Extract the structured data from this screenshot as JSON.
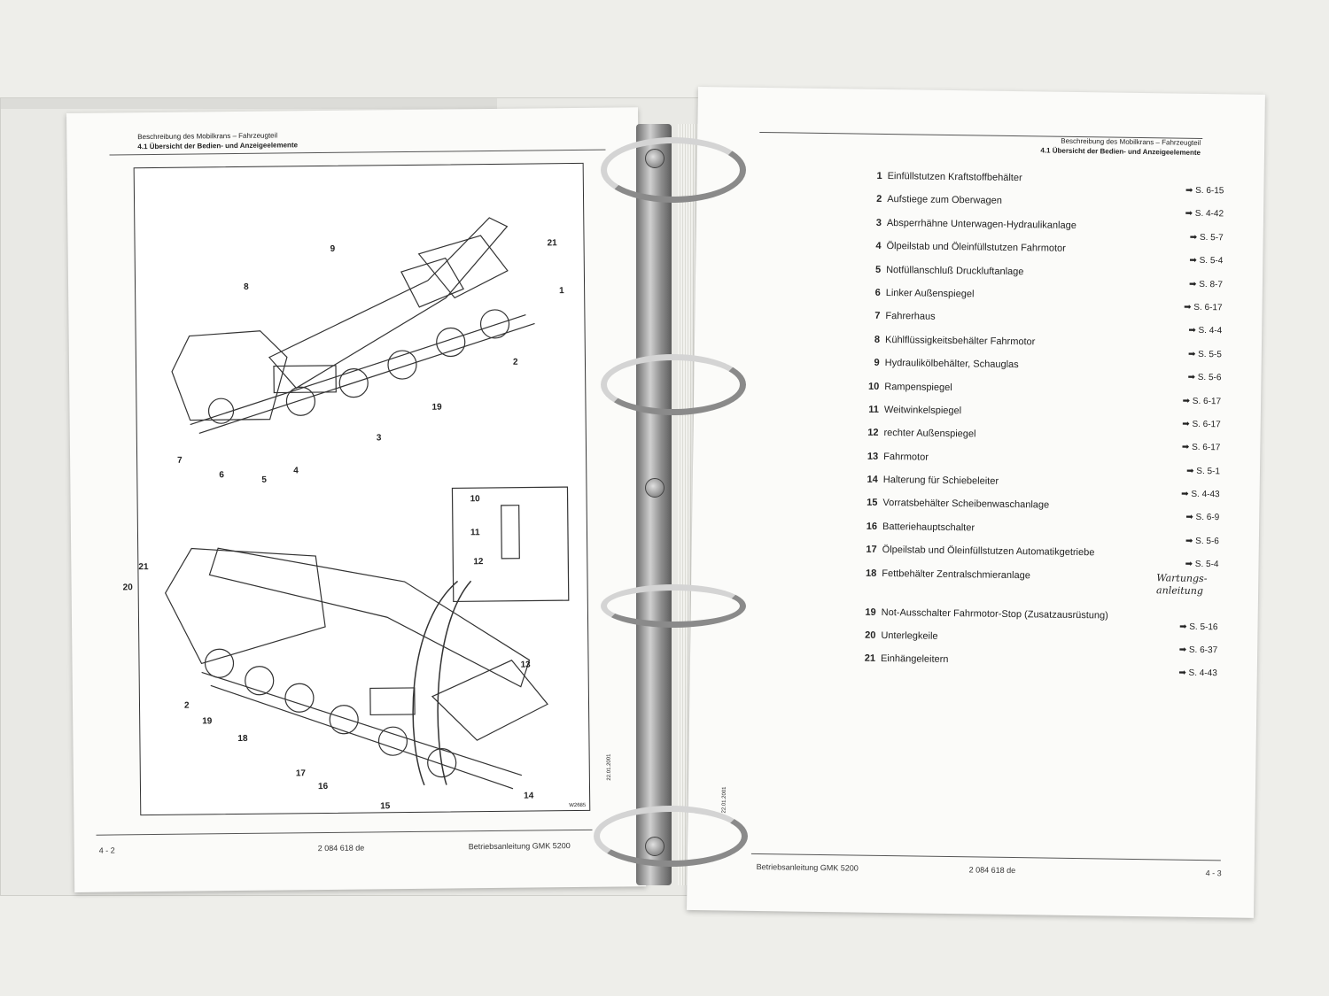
{
  "left_page": {
    "header_line1": "Beschreibung des Mobilkrans – Fahrzeugteil",
    "header_line2": "4.1 Übersicht der Bedien- und Anzeigeelemente",
    "callouts_top": [
      "9",
      "8",
      "21",
      "1",
      "2",
      "19",
      "3",
      "7",
      "6",
      "5",
      "4"
    ],
    "callouts_bottom": [
      "10",
      "11",
      "12",
      "21",
      "20",
      "2",
      "19",
      "18",
      "13",
      "17",
      "16",
      "15",
      "14"
    ],
    "figure_code": "W2685",
    "side_date": "22.01.2001",
    "footer_page": "4 - 2",
    "footer_doc": "2 084 618 de",
    "footer_title": "Betriebsanleitung GMK 5200"
  },
  "right_page": {
    "header_line1": "Beschreibung des Mobilkrans – Fahrzeugteil",
    "header_line2": "4.1 Übersicht der Bedien- und Anzeigeelemente",
    "side_date": "22.01.2001",
    "items": [
      {
        "num": "1",
        "text": "Einfüllstutzen Kraftstoffbehälter",
        "ref": "➡ S. 6-15"
      },
      {
        "num": "2",
        "text": "Aufstiege zum Oberwagen",
        "ref": "➡ S. 4-42"
      },
      {
        "num": "3",
        "text": "Absperrhähne Unterwagen-Hydraulikanlage",
        "ref": "➡ S. 5-7"
      },
      {
        "num": "4",
        "text": "Ölpeilstab und Öleinfüllstutzen Fahrmotor",
        "ref": "➡ S. 5-4"
      },
      {
        "num": "5",
        "text": "Notfüllanschluß Druckluftanlage",
        "ref": "➡ S. 8-7"
      },
      {
        "num": "6",
        "text": "Linker Außenspiegel",
        "ref": "➡ S. 6-17"
      },
      {
        "num": "7",
        "text": "Fahrerhaus",
        "ref": "➡ S. 4-4"
      },
      {
        "num": "8",
        "text": "Kühlflüssigkeitsbehälter Fahrmotor",
        "ref": "➡ S. 5-5"
      },
      {
        "num": "9",
        "text": "Hydraulikölbehälter, Schauglas",
        "ref": "➡ S. 5-6"
      },
      {
        "num": "10",
        "text": "Rampenspiegel",
        "ref": "➡ S. 6-17"
      },
      {
        "num": "11",
        "text": "Weitwinkelspiegel",
        "ref": "➡ S. 6-17"
      },
      {
        "num": "12",
        "text": "rechter Außenspiegel",
        "ref": "➡ S. 6-17"
      },
      {
        "num": "13",
        "text": "Fahrmotor",
        "ref": "➡ S. 5-1"
      },
      {
        "num": "14",
        "text": "Halterung für Schiebeleiter",
        "ref": "➡ S. 4-43"
      },
      {
        "num": "15",
        "text": "Vorratsbehälter Scheibenwaschanlage",
        "ref": "➡ S. 6-9"
      },
      {
        "num": "16",
        "text": "Batteriehauptschalter",
        "ref": "➡ S. 5-6"
      },
      {
        "num": "17",
        "text": "Ölpeilstab und Öleinfüllstutzen Automatikgetriebe",
        "ref": "➡ S. 5-4"
      },
      {
        "num": "18",
        "text": "Fettbehälter Zentralschmieranlage",
        "ref": "Wartungs-anleitung"
      },
      {
        "num": "19",
        "text": "Not-Ausschalter Fahrmotor-Stop (Zusatzausrüstung)",
        "ref": "➡ S. 5-16"
      },
      {
        "num": "20",
        "text": "Unterlegkeile",
        "ref": "➡ S. 6-37"
      },
      {
        "num": "21",
        "text": "Einhängeleitern",
        "ref": "➡ S. 4-43"
      }
    ],
    "footer_title": "Betriebsanleitung GMK 5200",
    "footer_doc": "2 084 618 de",
    "footer_page": "4 - 3"
  }
}
